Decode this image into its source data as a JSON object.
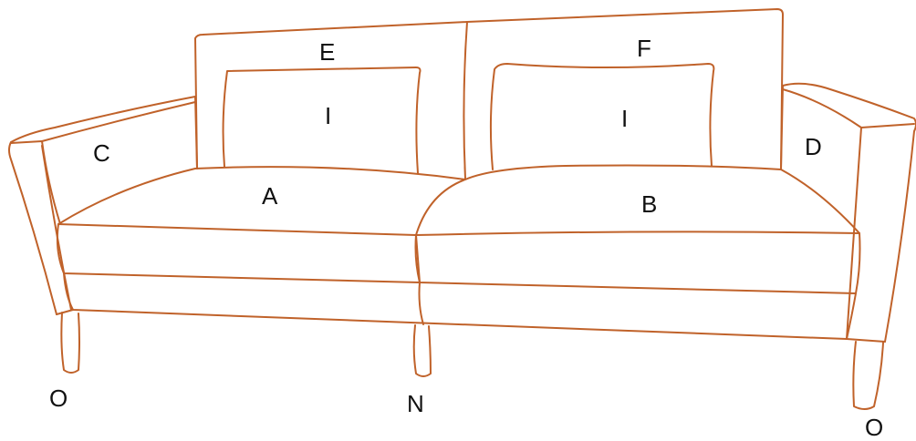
{
  "colors": {
    "outline": "#c0622a",
    "text": "#111111",
    "background": "#ffffff"
  },
  "labels": {
    "seat_left": "A",
    "seat_right": "B",
    "arm_left": "C",
    "arm_right": "D",
    "back_left": "E",
    "back_right": "F",
    "pillow_left": "I",
    "pillow_right": "I",
    "leg_center": "N",
    "leg_left": "O",
    "leg_right": "O"
  }
}
